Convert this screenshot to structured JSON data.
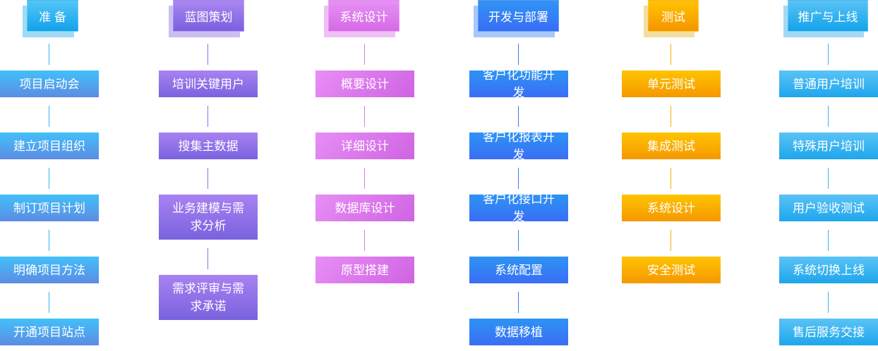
{
  "columns": [
    {
      "title": "准 备",
      "colors": {
        "header": [
          "#52c6f7",
          "#13a2ea"
        ],
        "shadow": "#9fdaf6",
        "box": [
          "#42c0f9",
          "#5b8ce4"
        ],
        "line": "#32b4f0"
      },
      "items": [
        "项目启动会",
        "建立项目组织",
        "制订项目计划",
        "明确项目方法",
        "开通项目站点"
      ]
    },
    {
      "title": "蓝图策划",
      "colors": {
        "header": [
          "#ab86f1",
          "#7a5fdf"
        ],
        "shadow": "#cbbef1",
        "box": [
          "#a882f1",
          "#7a62df"
        ],
        "line": "#9070ea"
      },
      "items": [
        "培训关键用户",
        "搜集主数据",
        "业务建模与需求分析",
        "需求评审与需求承诺"
      ]
    },
    {
      "title": "系统设计",
      "colors": {
        "header": [
          "#e690f4",
          "#d56ae6"
        ],
        "shadow": "#eec0f5",
        "box": [
          "#e78ef5",
          "#cf64e2"
        ],
        "line": "#dd7aec"
      },
      "items": [
        "概要设计",
        "详细设计",
        "数据库设计",
        "原型搭建"
      ]
    },
    {
      "title": "开发与部署",
      "colors": {
        "header": [
          "#2f95f5",
          "#3a6cf6"
        ],
        "shadow": "#a9c8fa",
        "box": [
          "#2d93f4",
          "#3a6ef5"
        ],
        "line": "#3380f5"
      },
      "items": [
        "客户化功能开发",
        "客户化报表开发",
        "客户化接口开发",
        "系统配置",
        "数据移植"
      ]
    },
    {
      "title": "测试",
      "colors": {
        "header": [
          "#ffc400",
          "#f59500"
        ],
        "shadow": "#f2dfa0",
        "box": [
          "#ffc400",
          "#f59800"
        ],
        "line": "#f5b000"
      },
      "items": [
        "单元测试",
        "集成测试",
        "系统设计",
        "安全测试"
      ]
    },
    {
      "title": "推广与上线",
      "colors": {
        "header": [
          "#5ac3f6",
          "#13a2ea"
        ],
        "shadow": "#a3d9f6",
        "box": [
          "#5ac3f6",
          "#1ea6ec"
        ],
        "line": "#3ab4f0"
      },
      "items": [
        "普通用户培训",
        "特殊用户培训",
        "用户验收测试",
        "系统切换上线",
        "售后服务交接"
      ]
    }
  ]
}
